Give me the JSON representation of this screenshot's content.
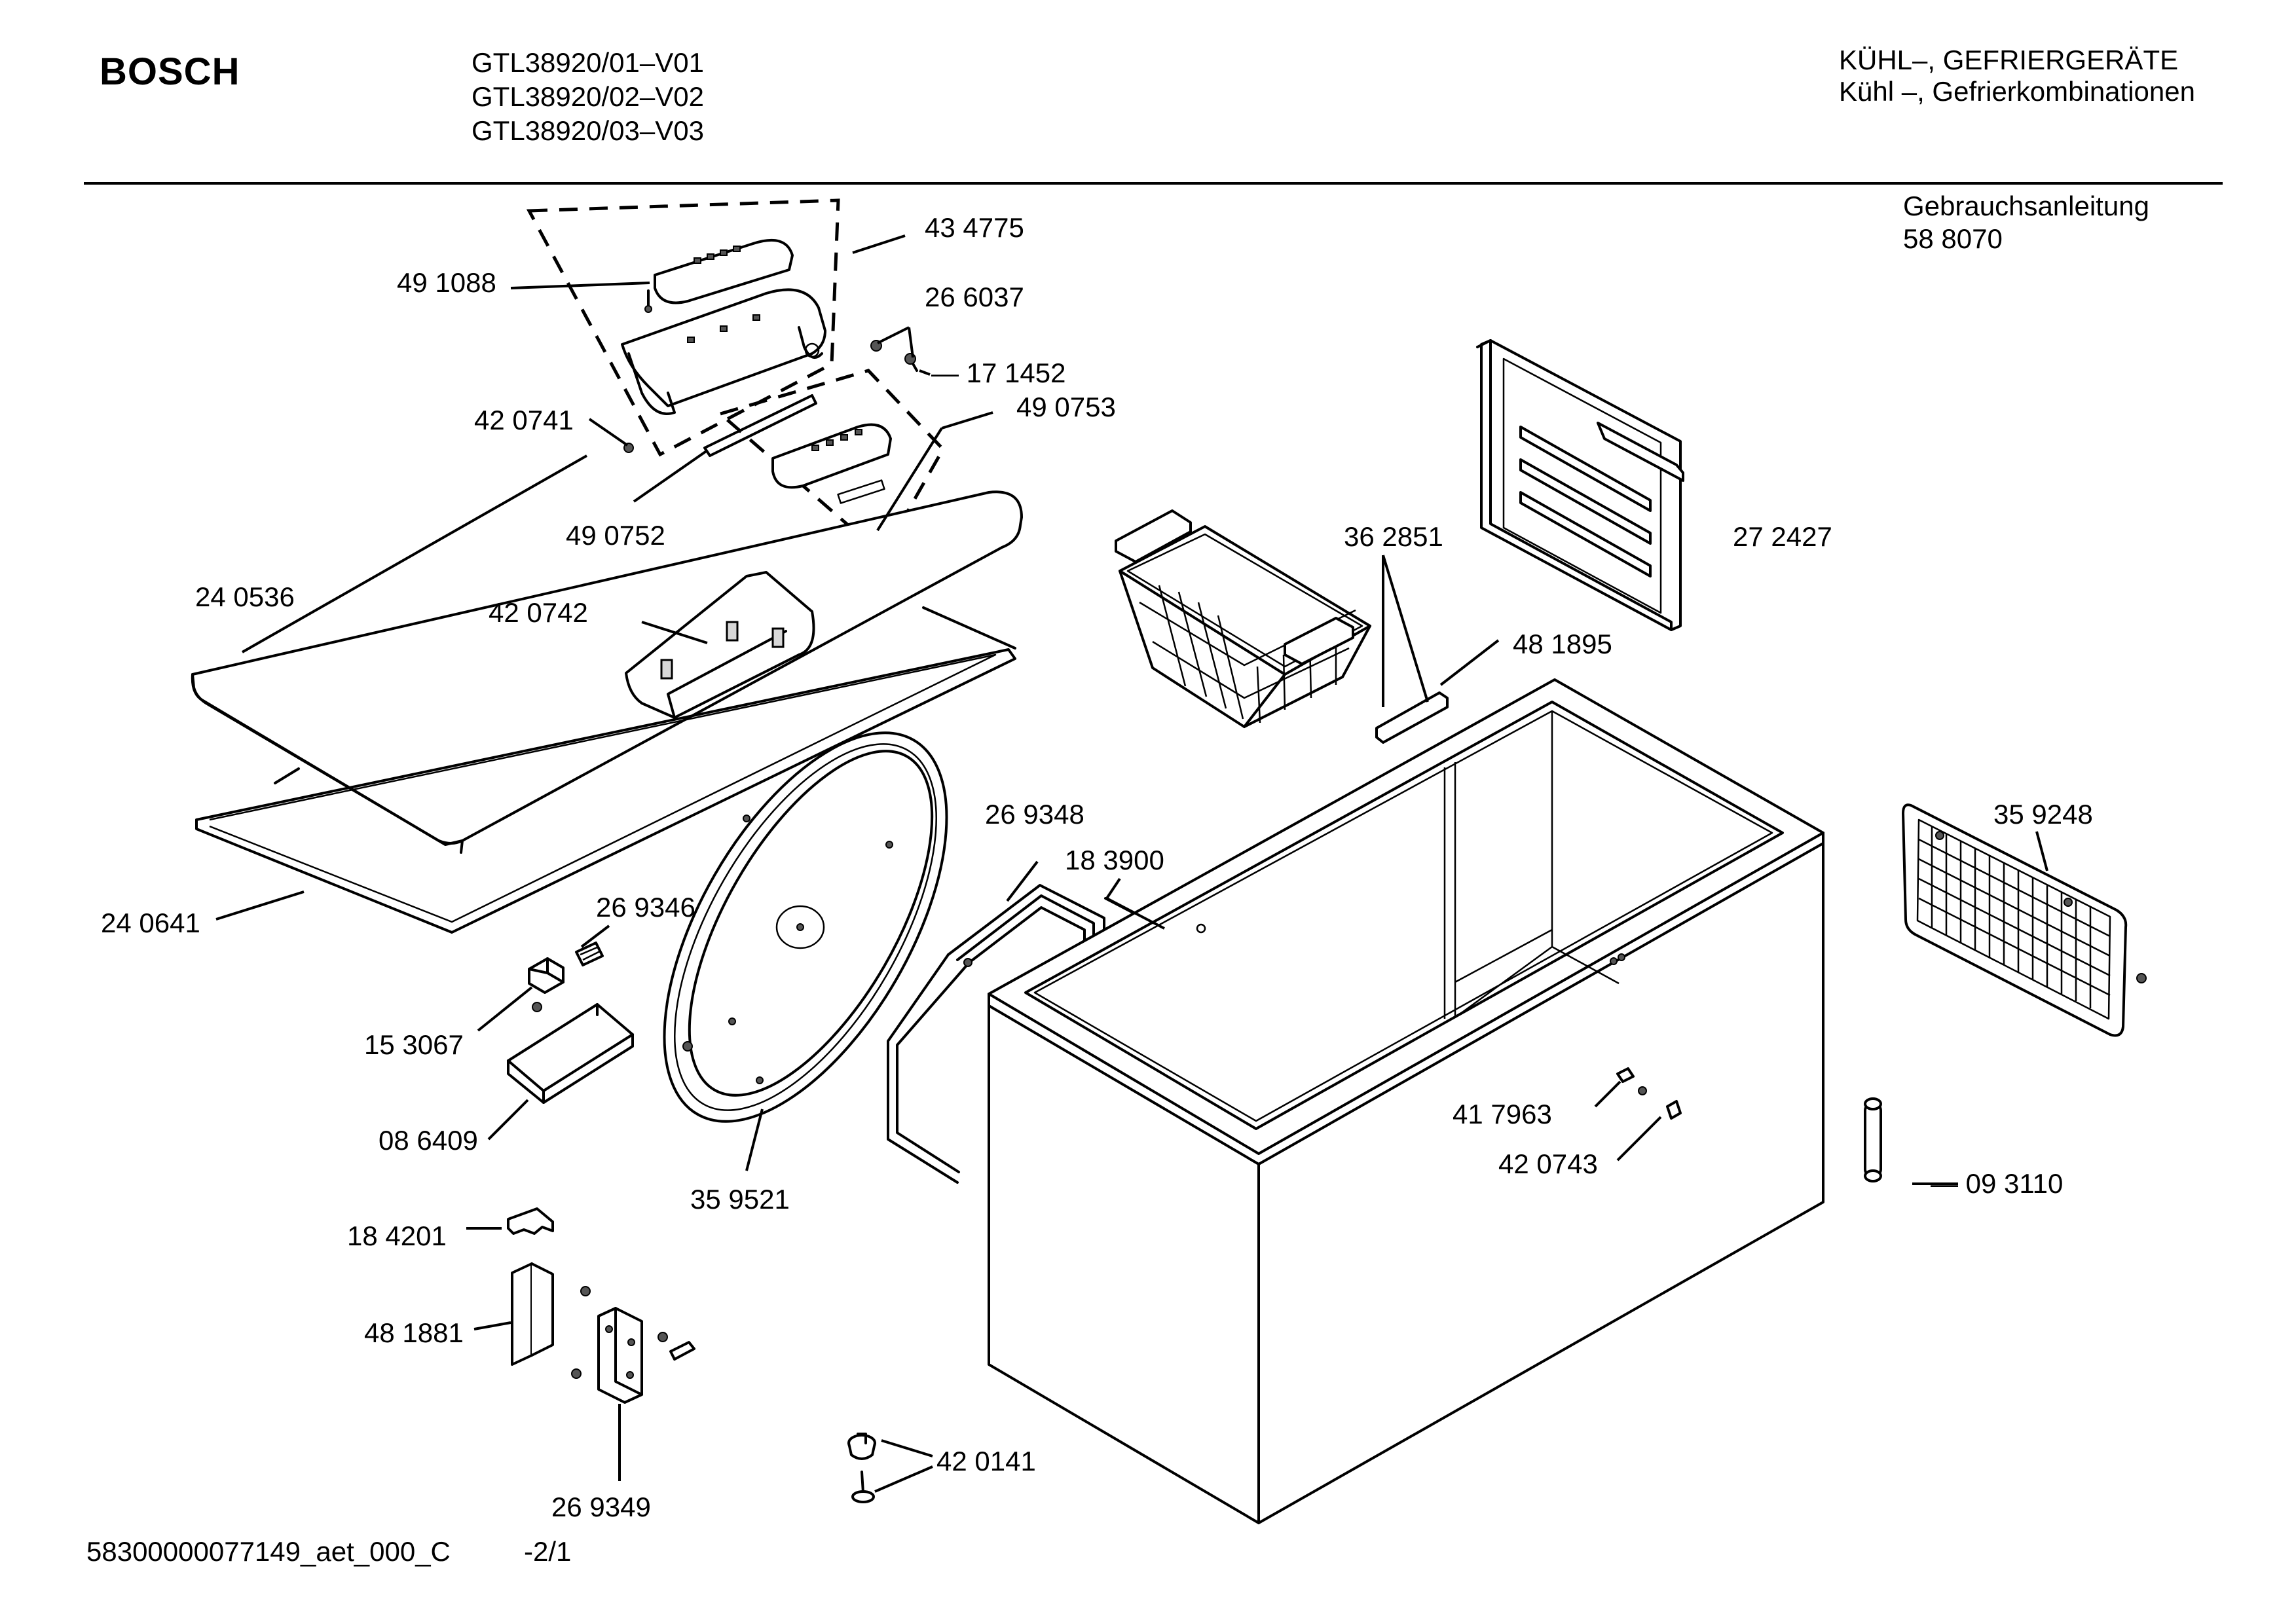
{
  "header": {
    "brand": "BOSCH",
    "models": [
      "GTL38920/01–V01",
      "GTL38920/02–V02",
      "GTL38920/03–V03"
    ],
    "category_line1": "KÜHL–, GEFRIERGERÄTE",
    "category_line2": "Kühl –, Gefrierkombinationen",
    "manual_label": "Gebrauchsanleitung",
    "manual_number": "58 8070"
  },
  "footer": {
    "document_id": "58300000077149_aet_000_C",
    "page": "-2/1"
  },
  "parts": {
    "p434775": "43 4775",
    "p491088": "49 1088",
    "p266037": "26 6037",
    "p171452": "— 17 1452",
    "p490753": "49 0753",
    "p420741": "42 0741",
    "p490752": "49 0752",
    "p240536": "24 0536",
    "p420742": "42 0742",
    "p362851": "36 2851",
    "p272427": "27 2427",
    "p481895": "48 1895",
    "p269348": "26 9348",
    "p183900": "18 3900",
    "p359248": "35 9248",
    "p240641": "24 0641",
    "p269346": "26 9346",
    "p153067": "15 3067",
    "p086409": "08 6409",
    "p359521": "35 9521",
    "p417963": "41 7963",
    "p420743": "42 0743",
    "p093110": "— 09 3110",
    "p184201": "18 4201",
    "p481881": "48 1881",
    "p269349": "26 9349",
    "p420141": "42 0141"
  }
}
